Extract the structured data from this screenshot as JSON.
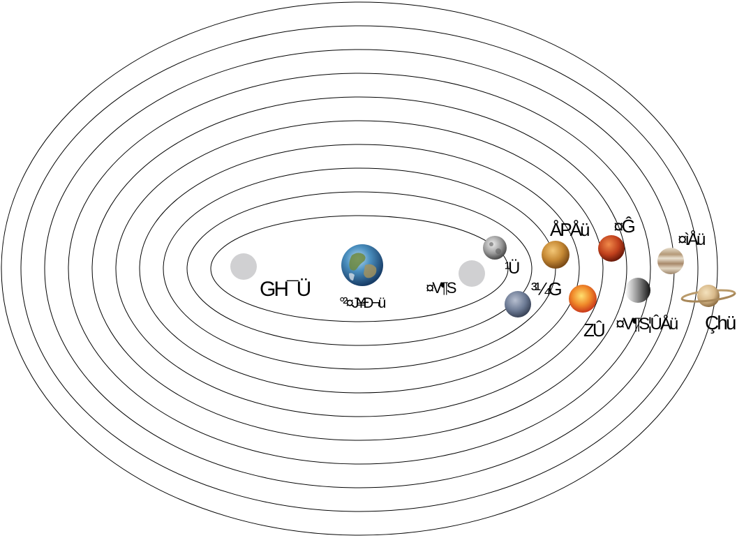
{
  "diagram": {
    "orbit_count": 10,
    "center": {
      "name": "earth",
      "label": "°²¤J¥Ð¬ü",
      "color": "#3f7fae"
    },
    "bodies": [
      {
        "name": "gray-disc-left",
        "label": "GH¯Ü",
        "color": "#d0d0d2"
      },
      {
        "name": "gray-disc-right",
        "label": "¤V¶S",
        "color": "#d0d0d2"
      },
      {
        "name": "moon",
        "label": "¹Ü",
        "color": "#8a8a8a"
      },
      {
        "name": "blue-gray-planet",
        "label": "³¼G",
        "color": "#6d7b95"
      },
      {
        "name": "venus",
        "label": "ÅPÅü",
        "color": "#c78a35"
      },
      {
        "name": "sun",
        "label": "ZÛ",
        "color": "#e35a1c"
      },
      {
        "name": "mars",
        "label": "¤Ĝ",
        "color": "#c0401c"
      },
      {
        "name": "black-white-disc",
        "label": "¤V¶S¦ÛÅü",
        "color": "#5a5a5a"
      },
      {
        "name": "jupiter",
        "label": "¤ìÅü",
        "color": "#c9b79a"
      },
      {
        "name": "saturn",
        "label": "Çhü",
        "color": "#d8b98a"
      }
    ]
  }
}
